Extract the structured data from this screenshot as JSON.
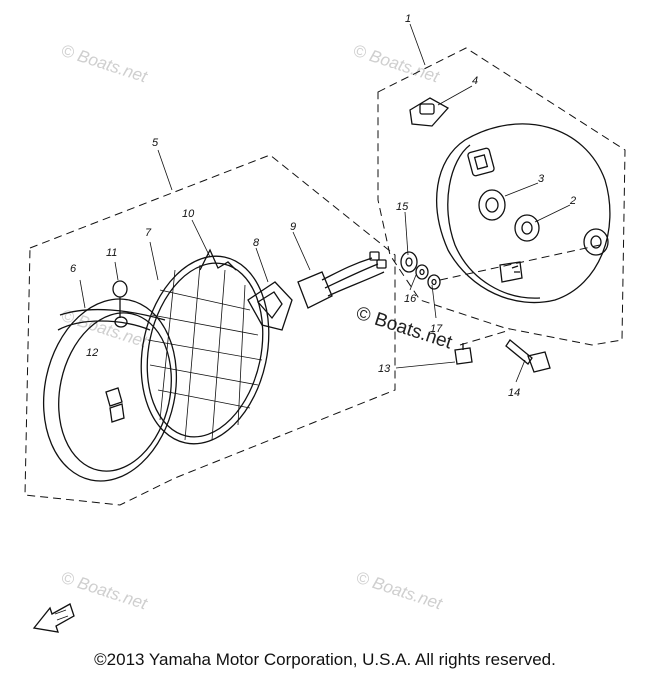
{
  "watermarks": [
    "© Boats.net",
    "© Boats.net",
    "© Boats.net",
    "© Boats.net",
    "© Boats.net",
    "© Boats.net"
  ],
  "callouts": {
    "c1": "1",
    "c2": "2",
    "c3": "3",
    "c4": "4",
    "c5": "5",
    "c6": "6",
    "c7": "7",
    "c8": "8",
    "c9": "9",
    "c10": "10",
    "c11": "11",
    "c12": "12",
    "c13": "13",
    "c14": "14",
    "c15": "15",
    "c16": "16",
    "c17": "17"
  },
  "copyright": "©2013 Yamaha Motor Corporation, U.S.A. All rights reserved."
}
